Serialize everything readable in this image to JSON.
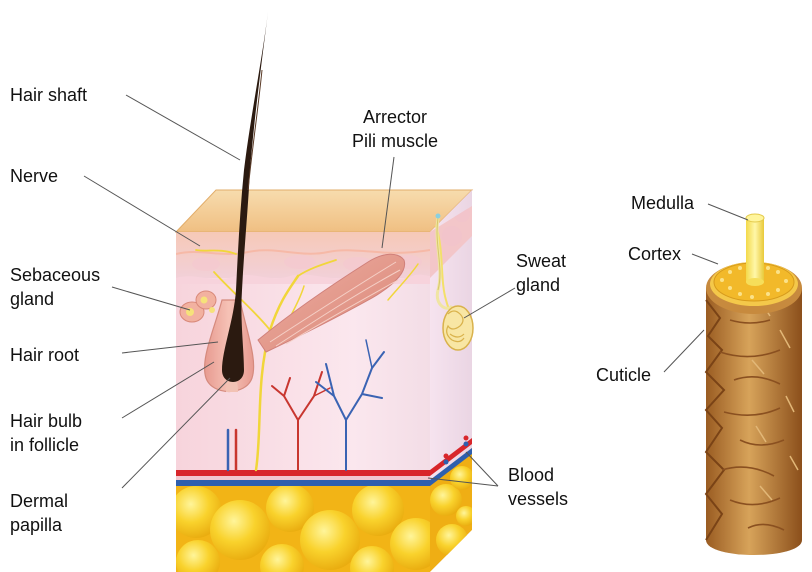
{
  "labels": {
    "hair_shaft": "Hair shaft",
    "nerve": "Nerve",
    "sebaceous_1": "Sebaceous",
    "sebaceous_2": "gland",
    "hair_root": "Hair root",
    "hair_bulb_1": "Hair bulb",
    "hair_bulb_2": "in follicle",
    "dermal_1": "Dermal",
    "dermal_2": "papilla",
    "arrector_1": "Arrector",
    "arrector_2": "Pili muscle",
    "sweat_1": "Sweat",
    "sweat_2": "gland",
    "blood_1": "Blood",
    "blood_2": "vessels",
    "medulla": "Medulla",
    "cortex": "Cortex",
    "cuticle": "Cuticle"
  },
  "colors": {
    "hair": "#2b1a10",
    "skin_top": "#f3cf97",
    "dermis": "#fbe3ea",
    "fat": "#f7c21a",
    "artery": "#d8262b",
    "vein": "#2e5fae",
    "nerve": "#f1d63a",
    "cuticle": "#b97a35",
    "medulla": "#fff07a"
  }
}
